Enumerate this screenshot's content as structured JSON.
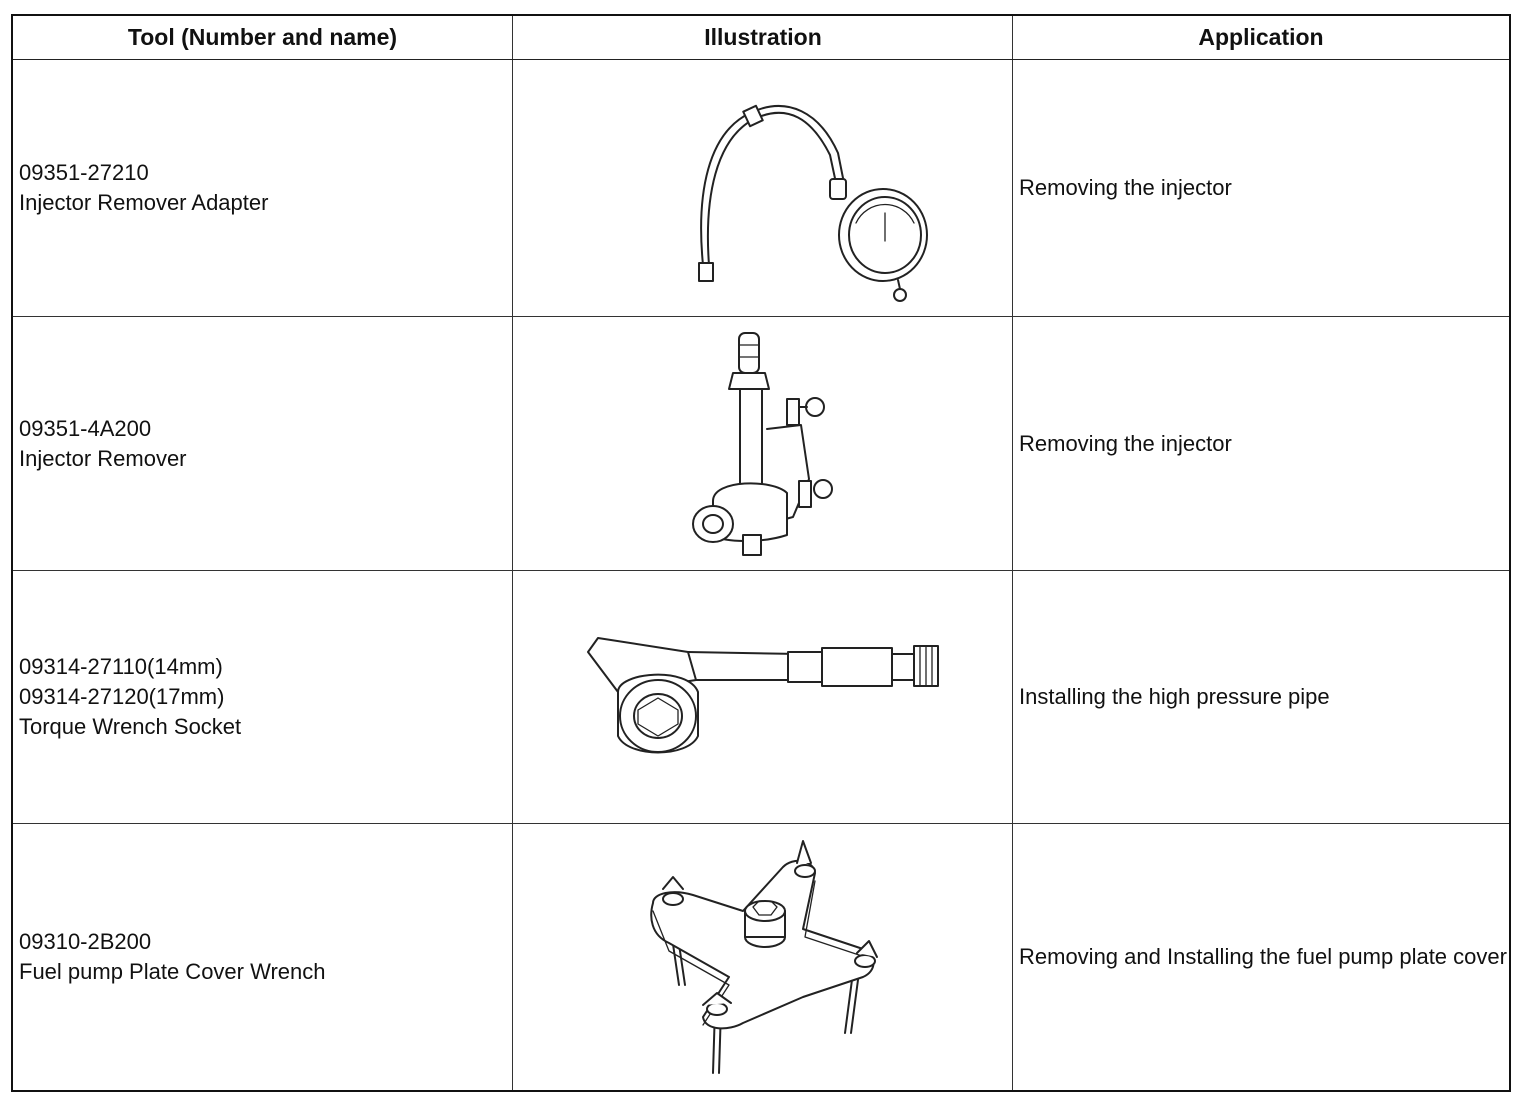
{
  "headers": {
    "tool": "Tool (Number and name)",
    "illustration": "Illustration",
    "application": "Application"
  },
  "rows": [
    {
      "tool_lines": [
        "09351-27210",
        "Injector Remover Adapter"
      ],
      "illustration_icon": "gauge-hose-icon",
      "application": "Removing the injector"
    },
    {
      "tool_lines": [
        "09351-4A200",
        "Injector Remover"
      ],
      "illustration_icon": "injector-remover-icon",
      "application": "Removing the injector"
    },
    {
      "tool_lines": [
        "09314-27110(14mm)",
        "09314-27120(17mm)",
        "Torque Wrench Socket"
      ],
      "illustration_icon": "torque-wrench-socket-icon",
      "application": "Installing the high pressure pipe"
    },
    {
      "tool_lines": [
        "09310-2B200",
        "Fuel pump Plate Cover Wrench"
      ],
      "illustration_icon": "plate-cover-wrench-icon",
      "application": "Removing and Installing the fuel pump plate cover"
    }
  ]
}
